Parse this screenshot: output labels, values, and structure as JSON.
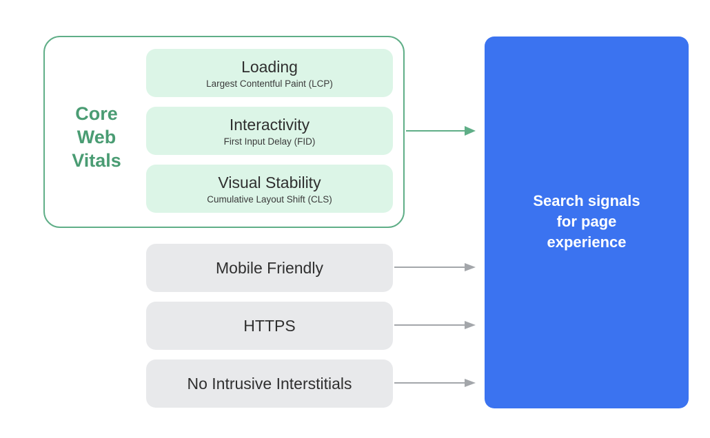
{
  "core_web_vitals": {
    "title_lines": [
      "Core",
      "Web",
      "Vitals"
    ],
    "metrics": [
      {
        "title": "Loading",
        "subtitle": "Largest Contentful Paint (LCP)"
      },
      {
        "title": "Interactivity",
        "subtitle": "First Input Delay (FID)"
      },
      {
        "title": "Visual Stability",
        "subtitle": "Cumulative Layout Shift (CLS)"
      }
    ]
  },
  "other_signals": [
    {
      "label": "Mobile Friendly"
    },
    {
      "label": "HTTPS"
    },
    {
      "label": "No Intrusive Interstitials"
    }
  ],
  "result": {
    "lines": [
      "Search signals",
      "for page",
      "experience"
    ]
  },
  "colors": {
    "green_border": "#5fae87",
    "green_text": "#4a9c73",
    "green_fill": "#dcf5e7",
    "gray_fill": "#e8e9eb",
    "blue_fill": "#3b73f0",
    "gray_arrow": "#a3a6aa"
  }
}
